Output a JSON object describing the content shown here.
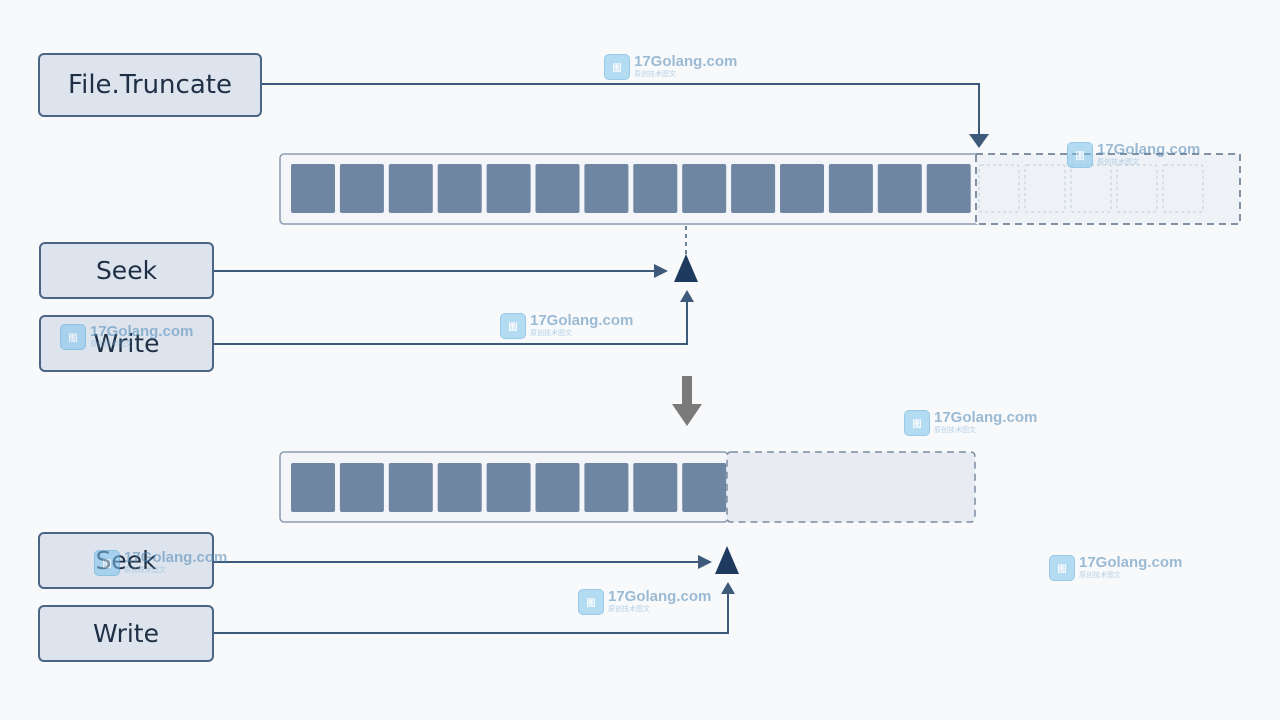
{
  "labels": {
    "truncate": "File.Truncate",
    "seek_top": "Seek",
    "write_top": "Write",
    "seek_bottom": "Seek",
    "write_bottom": "Write"
  },
  "top_buffer": {
    "filled_blocks": 14,
    "truncated_blocks": 5
  },
  "bottom_buffer": {
    "filled_blocks": 9
  },
  "watermark": {
    "site": "17Golang.com",
    "sub": "原创技术图文",
    "logo": "图"
  },
  "colors": {
    "block_fill": "#6f86a3",
    "box_fill": "#dde4ee",
    "box_border": "#4a6585",
    "arrow": "#3d5a7a",
    "marker": "#1e3a5f",
    "transition_arrow": "#7a7a7a"
  }
}
